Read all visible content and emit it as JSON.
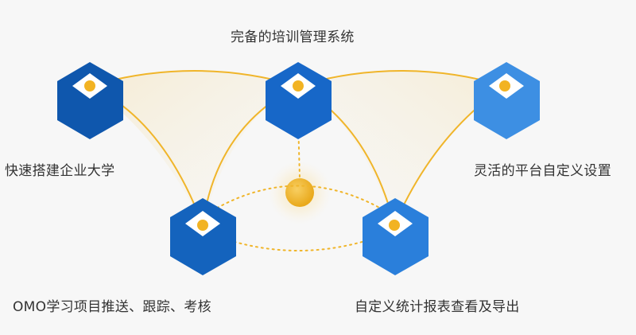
{
  "diagram": {
    "nodes": [
      {
        "id": "top-center",
        "label": "完备的培训管理系统",
        "color": "#1767c8"
      },
      {
        "id": "top-left",
        "label": "快速搭建企业大学",
        "color": "#0f57ad"
      },
      {
        "id": "top-right",
        "label": "灵活的平台自定义设置",
        "color": "#3d8fe3"
      },
      {
        "id": "bottom-left",
        "label": "OMO学习项目推送、跟踪、考核",
        "color": "#1463bd"
      },
      {
        "id": "bottom-right",
        "label": "自定义统计报表查看及导出",
        "color": "#2a7fdb"
      }
    ],
    "colors": {
      "connector": "#f0b52a",
      "dot": "#f2b323",
      "center_ball": "#f0b52a",
      "background": "#f7f7f7",
      "text": "#333333"
    }
  }
}
